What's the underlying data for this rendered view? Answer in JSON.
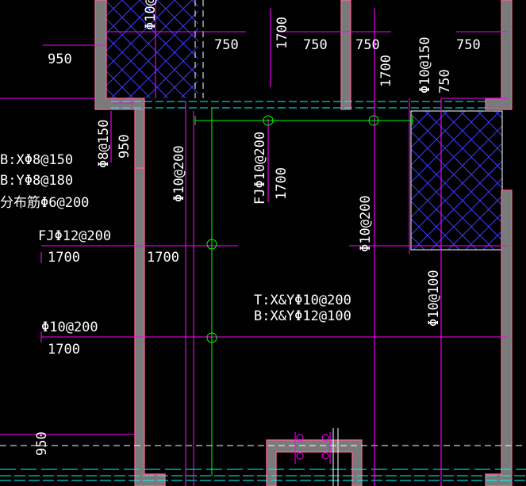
{
  "colors": {
    "background": "#000000",
    "rebar": "#ff00ff",
    "text": "#ffffff",
    "wall": "#ff6699",
    "wall_fill": "#7a7a7a",
    "axis": "#00ff00",
    "hatch": "#3a3aff",
    "cyan": "#00ffff"
  },
  "labels": {
    "t1": "Φ10@",
    "d750a": "750",
    "d1700a": "1700",
    "d750b": "750",
    "d750c": "750",
    "d750d": "750",
    "d950a": "950",
    "d1700b": "1700",
    "r1": "Φ10@150",
    "d750e": "750",
    "bx1": "B:XΦ8@150",
    "by1": "B:YΦ8@180",
    "dist": "分布筋Φ6@200",
    "r2": "Φ8@150",
    "d950b": "950",
    "r3": "Φ10@200",
    "fj1": "FJΦ10@200",
    "d1700c": "1700",
    "r4": "Φ10@200",
    "fj2": "FJΦ12@200",
    "d1700d": "1700",
    "d1700e": "1700",
    "t2": "T:X&YΦ10@200",
    "b2": "B:X&YΦ12@100",
    "r5": "Φ10@100",
    "r6": "Φ10@200",
    "d1700f": "1700",
    "d950c": "950"
  }
}
